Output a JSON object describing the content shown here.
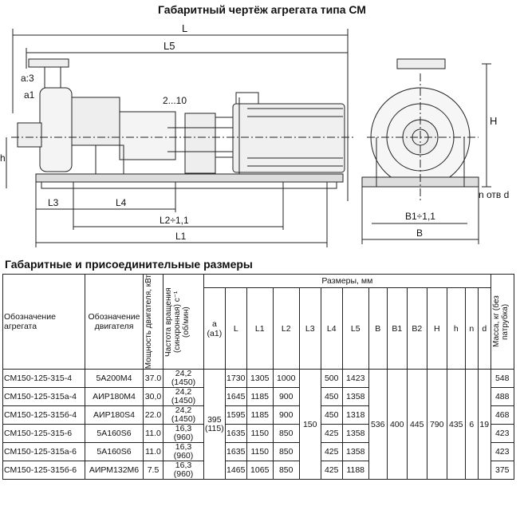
{
  "title": "Габаритный чертёж агрегата типа СМ",
  "subtitle": "Габаритные и присоединительные размеры",
  "drawing": {
    "labels": {
      "L": "L",
      "L5": "L5",
      "a3": "a:3",
      "a1": "a1",
      "gap": "2...10",
      "h": "h",
      "L3": "L3",
      "L4": "L4",
      "L2": "L2÷1,1",
      "L1": "L1",
      "H": "H",
      "n_otv": "n отв d",
      "B1": "B1÷1,1",
      "B": "B"
    }
  },
  "table": {
    "headers": {
      "designation": "Обозначение агрегата",
      "motor": "Обозначение двигателя",
      "power": "Мощность двигателя, кВт",
      "speed": "Частота вращения (синхронная) с⁻¹ (об/мин)",
      "dims": "Размеры, мм",
      "mass": "Масса, кг (без патрубка)",
      "a": "a",
      "a1": "(a1)",
      "cols": [
        "L",
        "L1",
        "L2",
        "L3",
        "L4",
        "L5",
        "B",
        "B1",
        "B2",
        "H",
        "h",
        "n",
        "d"
      ]
    },
    "merged": {
      "a": "395",
      "a1": "(115)",
      "L3": "150",
      "B": "536",
      "B1": "400",
      "B2": "445",
      "H": "790",
      "h": "435",
      "n": "6",
      "d": "19"
    },
    "rows": [
      {
        "designation": "СМ150-125-315-4",
        "motor": "5А200М4",
        "power": "37.0",
        "speed": "24,2",
        "rpm": "(1450)",
        "L": "1730",
        "L1": "1305",
        "L2": "1000",
        "L4": "500",
        "L5": "1423",
        "mass": "548"
      },
      {
        "designation": "СМ150-125-315а-4",
        "motor": "АИР180М4",
        "power": "30,0",
        "speed": "24,2",
        "rpm": "(1450)",
        "L": "1645",
        "L1": "1185",
        "L2": "900",
        "L4": "450",
        "L5": "1358",
        "mass": "488"
      },
      {
        "designation": "СМ150-125-315б-4",
        "motor": "АИР180S4",
        "power": "22.0",
        "speed": "24,2",
        "rpm": "(1450)",
        "L": "1595",
        "L1": "1185",
        "L2": "900",
        "L4": "450",
        "L5": "1318",
        "mass": "468"
      },
      {
        "designation": "СМ150-125-315-6",
        "motor": "5А160S6",
        "power": "11.0",
        "speed": "16,3",
        "rpm": "(960)",
        "L": "1635",
        "L1": "1150",
        "L2": "850",
        "L4": "425",
        "L5": "1358",
        "mass": "423"
      },
      {
        "designation": "СМ150-125-315а-6",
        "motor": "5А160S6",
        "power": "11.0",
        "speed": "16,3",
        "rpm": "(960)",
        "L": "1635",
        "L1": "1150",
        "L2": "850",
        "L4": "425",
        "L5": "1358",
        "mass": "423"
      },
      {
        "designation": "СМ150-125-315б-6",
        "motor": "АИРМ132М6",
        "power": "7.5",
        "speed": "16,3",
        "rpm": "(960)",
        "L": "1465",
        "L1": "1065",
        "L2": "850",
        "L4": "425",
        "L5": "1188",
        "mass": "375"
      }
    ]
  }
}
